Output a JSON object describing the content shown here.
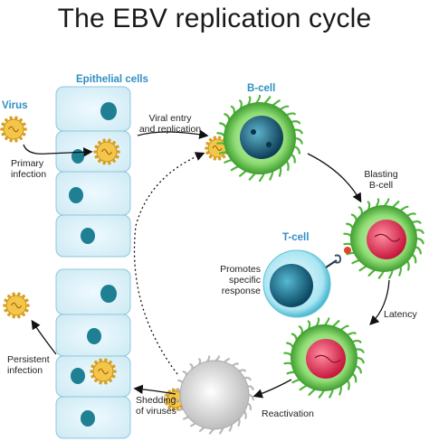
{
  "title": "The EBV replication cycle",
  "labels": {
    "epithelial": "Epithelial cells",
    "virus": "Virus",
    "bcell": "B-cell",
    "tcell": "T-cell",
    "primary": "Primary\ninfection",
    "viral_entry": "Viral entry\nand replication",
    "blasting": "Blasting\nB-cell",
    "promotes": "Promotes\nspecific\nresponse",
    "latency": "Latency",
    "reactivation": "Reactivation",
    "persistent": "Persistent\ninfection",
    "shedding": "Shedding\nof viruses"
  },
  "colors": {
    "epithelial_fill": "#dcf1f8",
    "epithelial_stroke": "#8ec7dc",
    "nucleus": "#1f7f93",
    "bcell_green": "#5fc24e",
    "bcell_nucleus": "#1d5f7a",
    "blast_red": "#e0405f",
    "tcell_cyan": "#7fd3e6",
    "virus_gold": "#f0bf3c",
    "label_blue": "#2f8fc4"
  },
  "icons": [
    "virus-icon",
    "epithelial-cell-icon",
    "b-cell-icon",
    "t-cell-icon",
    "arrow-icon"
  ]
}
